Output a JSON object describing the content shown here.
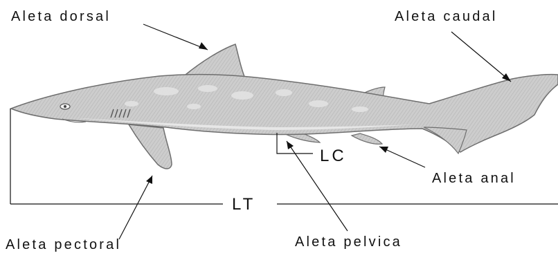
{
  "labels": {
    "dorsal": "Aleta dorsal",
    "caudal": "Aleta caudal",
    "lc": "LC",
    "anal": "Aleta anal",
    "lt": "LT",
    "pectoral": "Aleta pectoral",
    "pelvica": "Aleta pelvica"
  },
  "colors": {
    "ink": "#111111",
    "shark_body": "#c9c9c9",
    "shark_belly": "#e7e7e7",
    "shark_outline": "#6e6e6e",
    "shark_spots": "#e3e3e3"
  }
}
